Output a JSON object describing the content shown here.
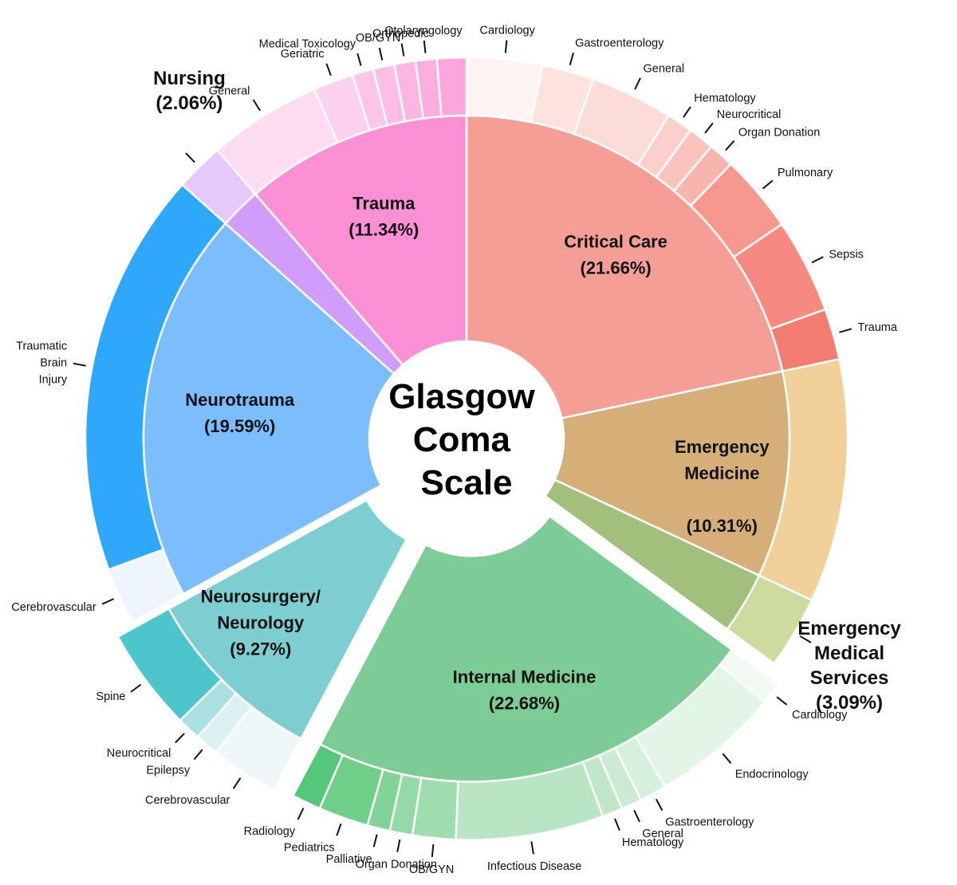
{
  "chart_data": {
    "type": "sunburst",
    "title": "Glasgow Coma Scale",
    "title_lines": [
      "Glasgow",
      "Coma",
      "Scale"
    ],
    "categories": [
      {
        "name": "Critical Care",
        "pct": 21.66,
        "label_lines": [
          "Critical Care",
          "(21.66%)"
        ],
        "color": "#F59E96",
        "children": [
          {
            "name": "Cardiology",
            "value": 3.2,
            "color": "#FFF4F2"
          },
          {
            "name": "Gastroenterology",
            "value": 2.2,
            "color": "#FDE2DE"
          },
          {
            "name": "General",
            "value": 3.5,
            "color": "#FCDCD7"
          },
          {
            "name": "Hematology",
            "value": 1.1,
            "color": "#FBD0CA"
          },
          {
            "name": "Neurocritical",
            "value": 1.1,
            "color": "#FAC3BC"
          },
          {
            "name": "Organ Donation",
            "value": 1.1,
            "color": "#F8B5AD"
          },
          {
            "name": "Pulmonary",
            "value": 3.3,
            "color": "#F7988F"
          },
          {
            "name": "Sepsis",
            "value": 4.0,
            "color": "#F68A80"
          },
          {
            "name": "Trauma",
            "value": 2.16,
            "color": "#F47D72"
          }
        ]
      },
      {
        "name": "Emergency Medicine",
        "pct": 10.31,
        "label_lines": [
          "Emergency",
          "Medicine",
          "",
          "(10.31%)"
        ],
        "color": "#D6AF78",
        "children": [
          {
            "name": "",
            "value": 10.31,
            "color": "#F1D09A"
          }
        ]
      },
      {
        "name": "Emergency Medical Services",
        "pct": 3.09,
        "label_lines": [
          "Emergency",
          "Medical",
          "Services",
          "(3.09%)"
        ],
        "color": "#A2C07C",
        "children": [
          {
            "name": "",
            "value": 3.09,
            "color": "#CDDC9E"
          }
        ]
      },
      {
        "name": "Internal Medicine",
        "pct": 22.68,
        "label_lines": [
          "Internal Medicine",
          "(22.68%)"
        ],
        "color": "#7ECC95",
        "explode": true,
        "children": [
          {
            "name": "Cardiology",
            "value": 1.0,
            "color": "#F2FAF4"
          },
          {
            "name": "Endocrinology",
            "value": 5.7,
            "color": "#E2F5E6"
          },
          {
            "name": "Gastroenterology",
            "value": 1.2,
            "color": "#D5F0DB"
          },
          {
            "name": "General",
            "value": 0.9,
            "color": "#CAEBD2"
          },
          {
            "name": "Hematology",
            "value": 0.9,
            "color": "#BFE7C8"
          },
          {
            "name": "Infectious Disease",
            "value": 6.5,
            "color": "#B9E5C4"
          },
          {
            "name": "OB/GYN",
            "value": 1.9,
            "color": "#9EDDAE"
          },
          {
            "name": "Organ Donation",
            "value": 1.0,
            "color": "#94DAA6"
          },
          {
            "name": "Palliative",
            "value": 1.0,
            "color": "#82D397"
          },
          {
            "name": "Pediatrics",
            "value": 2.2,
            "color": "#6FCE88"
          },
          {
            "name": "Radiology",
            "value": 1.28,
            "color": "#55C77A"
          }
        ]
      },
      {
        "name": "Neurosurgery/ Neurology",
        "pct": 9.27,
        "label_lines": [
          "Neurosurgery/",
          "Neurology",
          "(9.27%)"
        ],
        "color": "#7DCED1",
        "explode": true,
        "children": [
          {
            "name": "Cerebrovascular",
            "value": 2.9,
            "color": "#EEF8F8"
          },
          {
            "name": "Epilepsy",
            "value": 1.0,
            "color": "#DCF1F1"
          },
          {
            "name": "Neurocritical",
            "value": 1.0,
            "color": "#ABE0E0"
          },
          {
            "name": "Spine",
            "value": 4.37,
            "color": "#4CC6CC"
          }
        ]
      },
      {
        "name": "Neurotrauma",
        "pct": 19.59,
        "label_lines": [
          "Neurotrauma",
          "(19.59%)"
        ],
        "color": "#7CBEFD",
        "children": [
          {
            "name": "Cerebrovascular",
            "value": 2.4,
            "color": "#EDF5FD"
          },
          {
            "name": "Traumatic Brain Injury",
            "label_lines": [
              "Traumatic",
              "Brain",
              "Injury"
            ],
            "value": 17.19,
            "color": "#2EA8FA"
          }
        ]
      },
      {
        "name": "Nursing",
        "pct": 2.06,
        "label_lines": [
          "Nursing",
          "(2.06%)"
        ],
        "color": "#D19DFB",
        "children": [
          {
            "name": "",
            "value": 2.06,
            "color": "#E7C8FB"
          }
        ]
      },
      {
        "name": "Trauma",
        "pct": 11.34,
        "label_lines": [
          "Trauma",
          "(11.34%)"
        ],
        "color": "#FC90D4",
        "children": [
          {
            "name": "General",
            "value": 4.8,
            "color": "#FEDCF1"
          },
          {
            "name": "Geriatric",
            "value": 1.7,
            "color": "#FDD2EE"
          },
          {
            "name": "Medical Toxicology",
            "value": 0.9,
            "color": "#FDC6E8"
          },
          {
            "name": "OB/GYN",
            "value": 0.9,
            "color": "#FDBDE5"
          },
          {
            "name": "Orthopedic",
            "value": 0.9,
            "color": "#FDB5E2"
          },
          {
            "name": "Otolaryngology",
            "value": 0.9,
            "color": "#FDAEDF"
          },
          {
            "name": "",
            "value": 1.24,
            "color": "#FCA6DC"
          }
        ]
      }
    ]
  }
}
